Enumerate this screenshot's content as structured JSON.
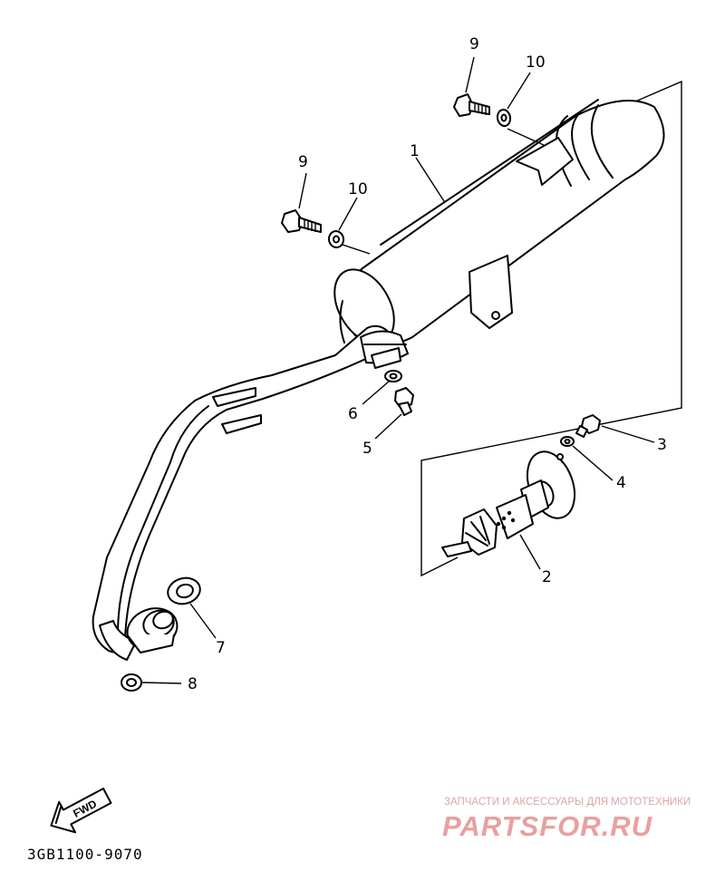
{
  "diagram": {
    "callouts": [
      {
        "id": "c1",
        "label": "1"
      },
      {
        "id": "c2",
        "label": "2"
      },
      {
        "id": "c3",
        "label": "3"
      },
      {
        "id": "c4",
        "label": "4"
      },
      {
        "id": "c5",
        "label": "5"
      },
      {
        "id": "c6",
        "label": "6"
      },
      {
        "id": "c7",
        "label": "7"
      },
      {
        "id": "c8",
        "label": "8"
      },
      {
        "id": "c9a",
        "label": "9"
      },
      {
        "id": "c10a",
        "label": "10"
      },
      {
        "id": "c9b",
        "label": "9"
      },
      {
        "id": "c10b",
        "label": "10"
      }
    ],
    "part_code": "3GB1100-9070",
    "direction_arrow": "FWD"
  },
  "watermark": {
    "tagline": "ЗАПЧАСТИ И АКСЕССУАРЫ ДЛЯ МОТОТЕХНИКИ",
    "brand": "PARTSFOR.RU",
    "color": "#e8a0a0"
  }
}
